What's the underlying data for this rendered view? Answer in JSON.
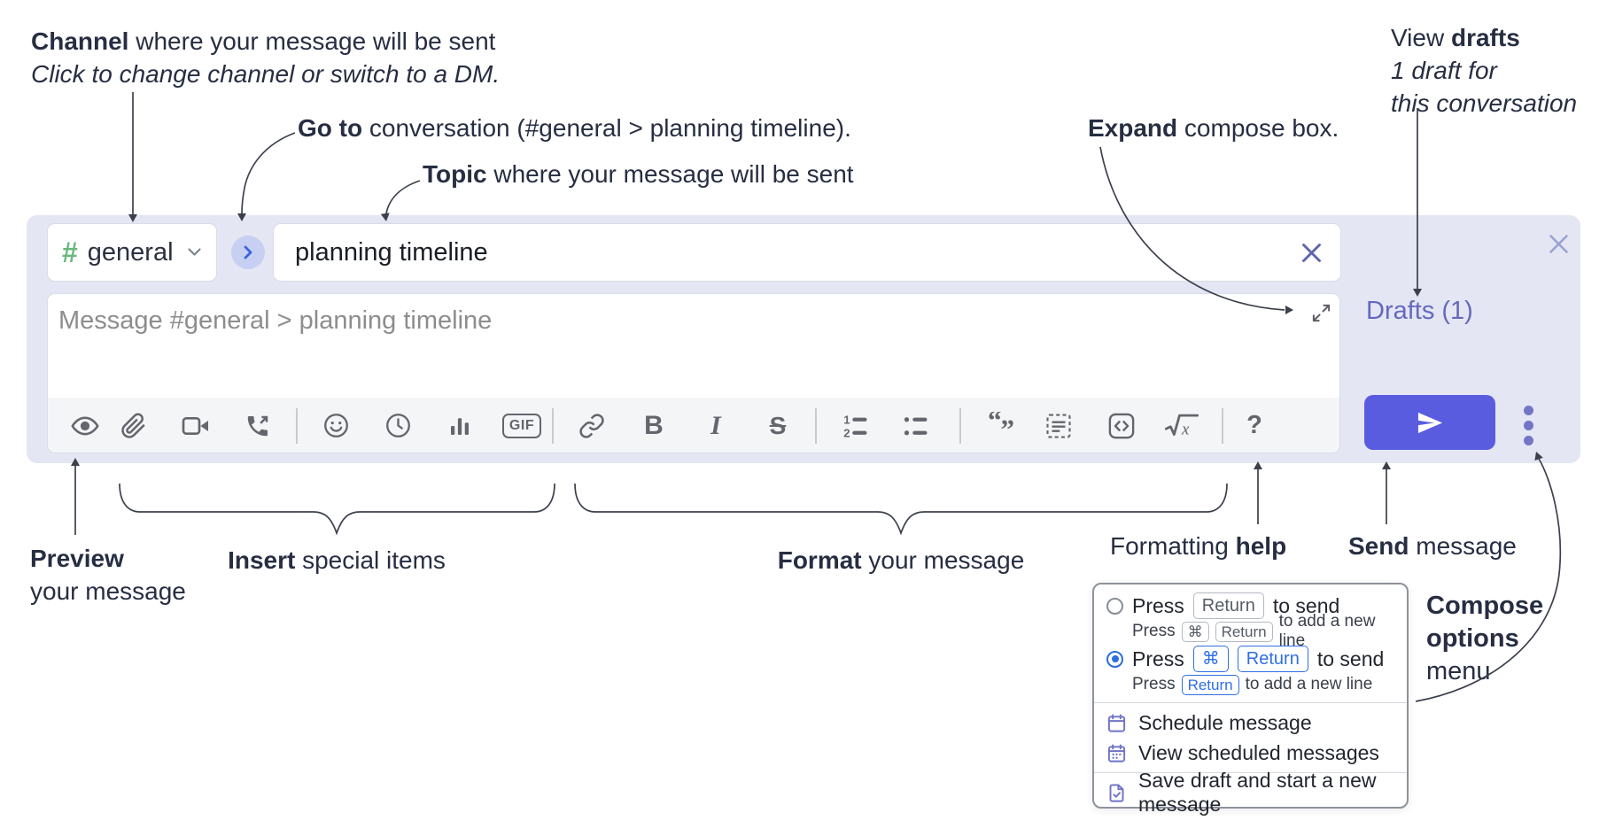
{
  "ann": {
    "channel": {
      "bold": "Channel",
      "rest": " where your message will be sent",
      "italic": "Click to change channel or switch to a DM."
    },
    "goto": {
      "bold": "Go to",
      "rest": " conversation (#general > planning timeline)."
    },
    "topic": {
      "bold": "Topic",
      "rest": " where your message will be sent"
    },
    "expand": {
      "bold": "Expand",
      "rest": " compose box."
    },
    "drafts": {
      "regular": "View ",
      "bold": "drafts",
      "italic1": "1 draft for",
      "italic2": "this conversation"
    },
    "preview": {
      "bold": "Preview",
      "line2": "your message"
    },
    "insert": {
      "bold": "Insert",
      "rest": " special items"
    },
    "format": {
      "bold": "Format",
      "rest": " your message"
    },
    "help": {
      "regular": "Formatting ",
      "bold": "help"
    },
    "send": {
      "bold": "Send",
      "rest": " message"
    },
    "options": {
      "bold1": "Compose",
      "bold2": "options",
      "regular": "menu"
    }
  },
  "compose": {
    "channel_hash": "#",
    "channel_name": "general",
    "topic_value": "planning timeline",
    "message_placeholder": "Message #general > planning timeline",
    "drafts_link": "Drafts (1)",
    "gif_label": "GIF",
    "bold_label": "B",
    "italic_label": "I",
    "strike_label": "S",
    "help_label": "?",
    "toolbar_icon_names": [
      "preview-eye",
      "attach-paperclip",
      "video-call",
      "audio-call",
      "emoji",
      "time",
      "poll",
      "gif",
      "link",
      "bold",
      "italic",
      "strikethrough",
      "numbered-list",
      "bulleted-list",
      "quote",
      "spoiler",
      "code",
      "math",
      "help"
    ]
  },
  "popup": {
    "opt1": {
      "press": "Press",
      "key": "Return",
      "tail": "to send",
      "sub_press": "Press",
      "sub_key1": "⌘",
      "sub_key2": "Return",
      "sub_tail": "to add a new line"
    },
    "opt2": {
      "press": "Press",
      "key1": "⌘",
      "key2": "Return",
      "tail": "to send",
      "sub_press": "Press",
      "sub_key": "Return",
      "sub_tail": "to add a new line"
    },
    "items": [
      "Schedule message",
      "View scheduled messages",
      "Save draft and start a new message"
    ]
  },
  "colors": {
    "accent": "#5a5ce0",
    "panel": "#e4e6f3",
    "link": "#6569bd",
    "blue": "#2f6fe4",
    "green": "#68b97c"
  }
}
